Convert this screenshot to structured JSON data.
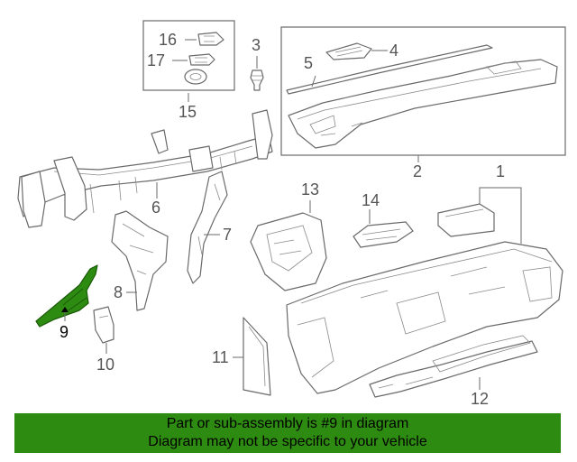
{
  "callouts": {
    "c1": "1",
    "c2": "2",
    "c3": "3",
    "c4": "4",
    "c5": "5",
    "c6": "6",
    "c7": "7",
    "c8": "8",
    "c9": "9",
    "c10": "10",
    "c11": "11",
    "c12": "12",
    "c13": "13",
    "c14": "14",
    "c15": "15",
    "c16": "16",
    "c17": "17"
  },
  "highlight_color": "#2e8b12",
  "highlighted_part": "9",
  "banner": {
    "line1": "Part or sub-assembly is #9 in diagram",
    "line2": "Diagram may not be specific to your vehicle"
  }
}
